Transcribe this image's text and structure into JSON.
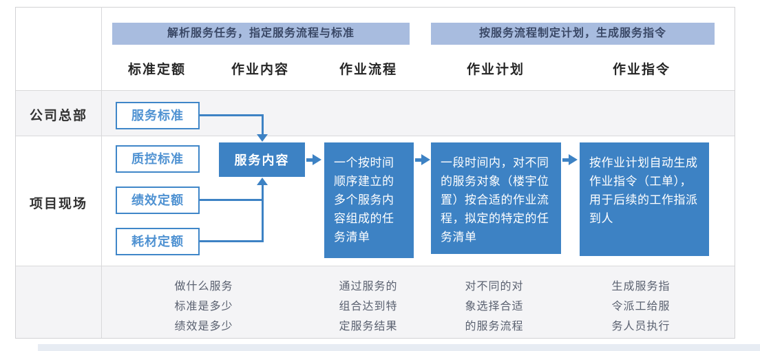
{
  "diagram": {
    "phase_headers": [
      {
        "label": "解析服务任务，指定服务流程与标准"
      },
      {
        "label": "按服务流程制定计划，生成服务指令"
      }
    ],
    "column_headers": [
      "标准定额",
      "作业内容",
      "作业流程",
      "作业计划",
      "作业指令"
    ],
    "row_labels": [
      "公司总部",
      "项目现场"
    ],
    "boxes": {
      "service_standard": "服务标准",
      "qc_standard": "质控标准",
      "performance_quota": "绩效定额",
      "consumable_quota": "耗材定额",
      "service_content": "服务内容",
      "task_list": "一个按时间顺序建立的多个服务内容组成的任务清单",
      "work_plan": "一段时间内，对不同的服务对象（楼宇位置）按合适的作业流程，拟定的特定的任务清单",
      "work_order": "按作业计划自动生成作业指令（工单），用于后续的工作指派到人"
    },
    "footnotes": [
      "做什么服务\n标准是多少\n绩效是多少",
      "通过服务的\n组合达到特\n定服务结果",
      "对不同的对\n象选择合适\n的服务流程",
      "生成服务指\n令派工给服\n务人员执行"
    ],
    "colors": {
      "solid_box": "#3d82c4",
      "outline_box_border": "#3f86c8",
      "outline_box_text": "#4f92d2",
      "phase_bar_bg": "#a8bcdf",
      "phase_bar_text": "#3a4866",
      "connector": "#3d82c4",
      "grid_line": "#d8d8da",
      "row_tint": "#f4f4f6"
    }
  }
}
